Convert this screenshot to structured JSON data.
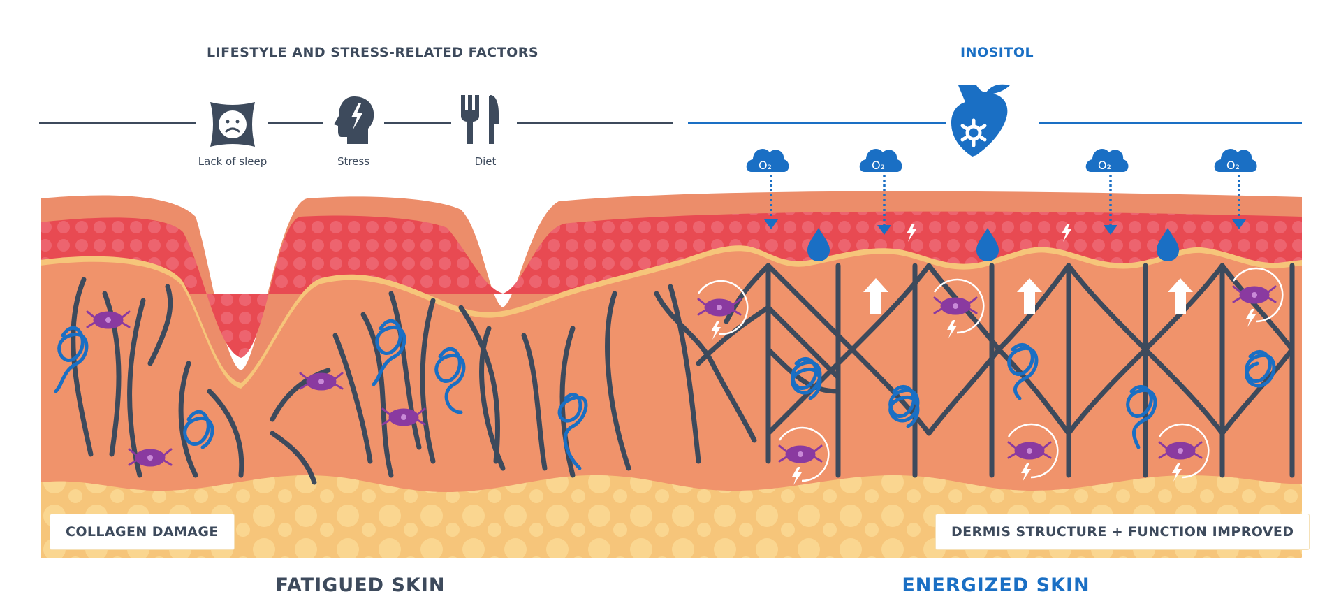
{
  "headers": {
    "left": "LIFESTYLE AND STRESS-RELATED FACTORS",
    "right": "INOSITOL"
  },
  "factors": [
    {
      "label": "Lack of sleep",
      "icon": "pillow-sad-face-icon"
    },
    {
      "label": "Stress",
      "icon": "head-lightning-icon"
    },
    {
      "label": "Diet",
      "icon": "fork-knife-icon"
    }
  ],
  "inositol_icon": "inositol-peach-molecule-icon",
  "oxygen_label": "O₂",
  "captions": {
    "left": "COLLAGEN DAMAGE",
    "right": "DERMIS STRUCTURE + FUNCTION IMPROVED"
  },
  "titles": {
    "left": "FATIGUED SKIN",
    "right": "ENERGIZED SKIN"
  },
  "colors": {
    "dark": "#3d4a5c",
    "blue": "#1a6fc4",
    "fibroblast": "#8a3aa0",
    "epidermis": "#ea8a66",
    "red_layer": "#e84a52",
    "dermis": "#f0936b",
    "fat": "#f6c57a"
  }
}
